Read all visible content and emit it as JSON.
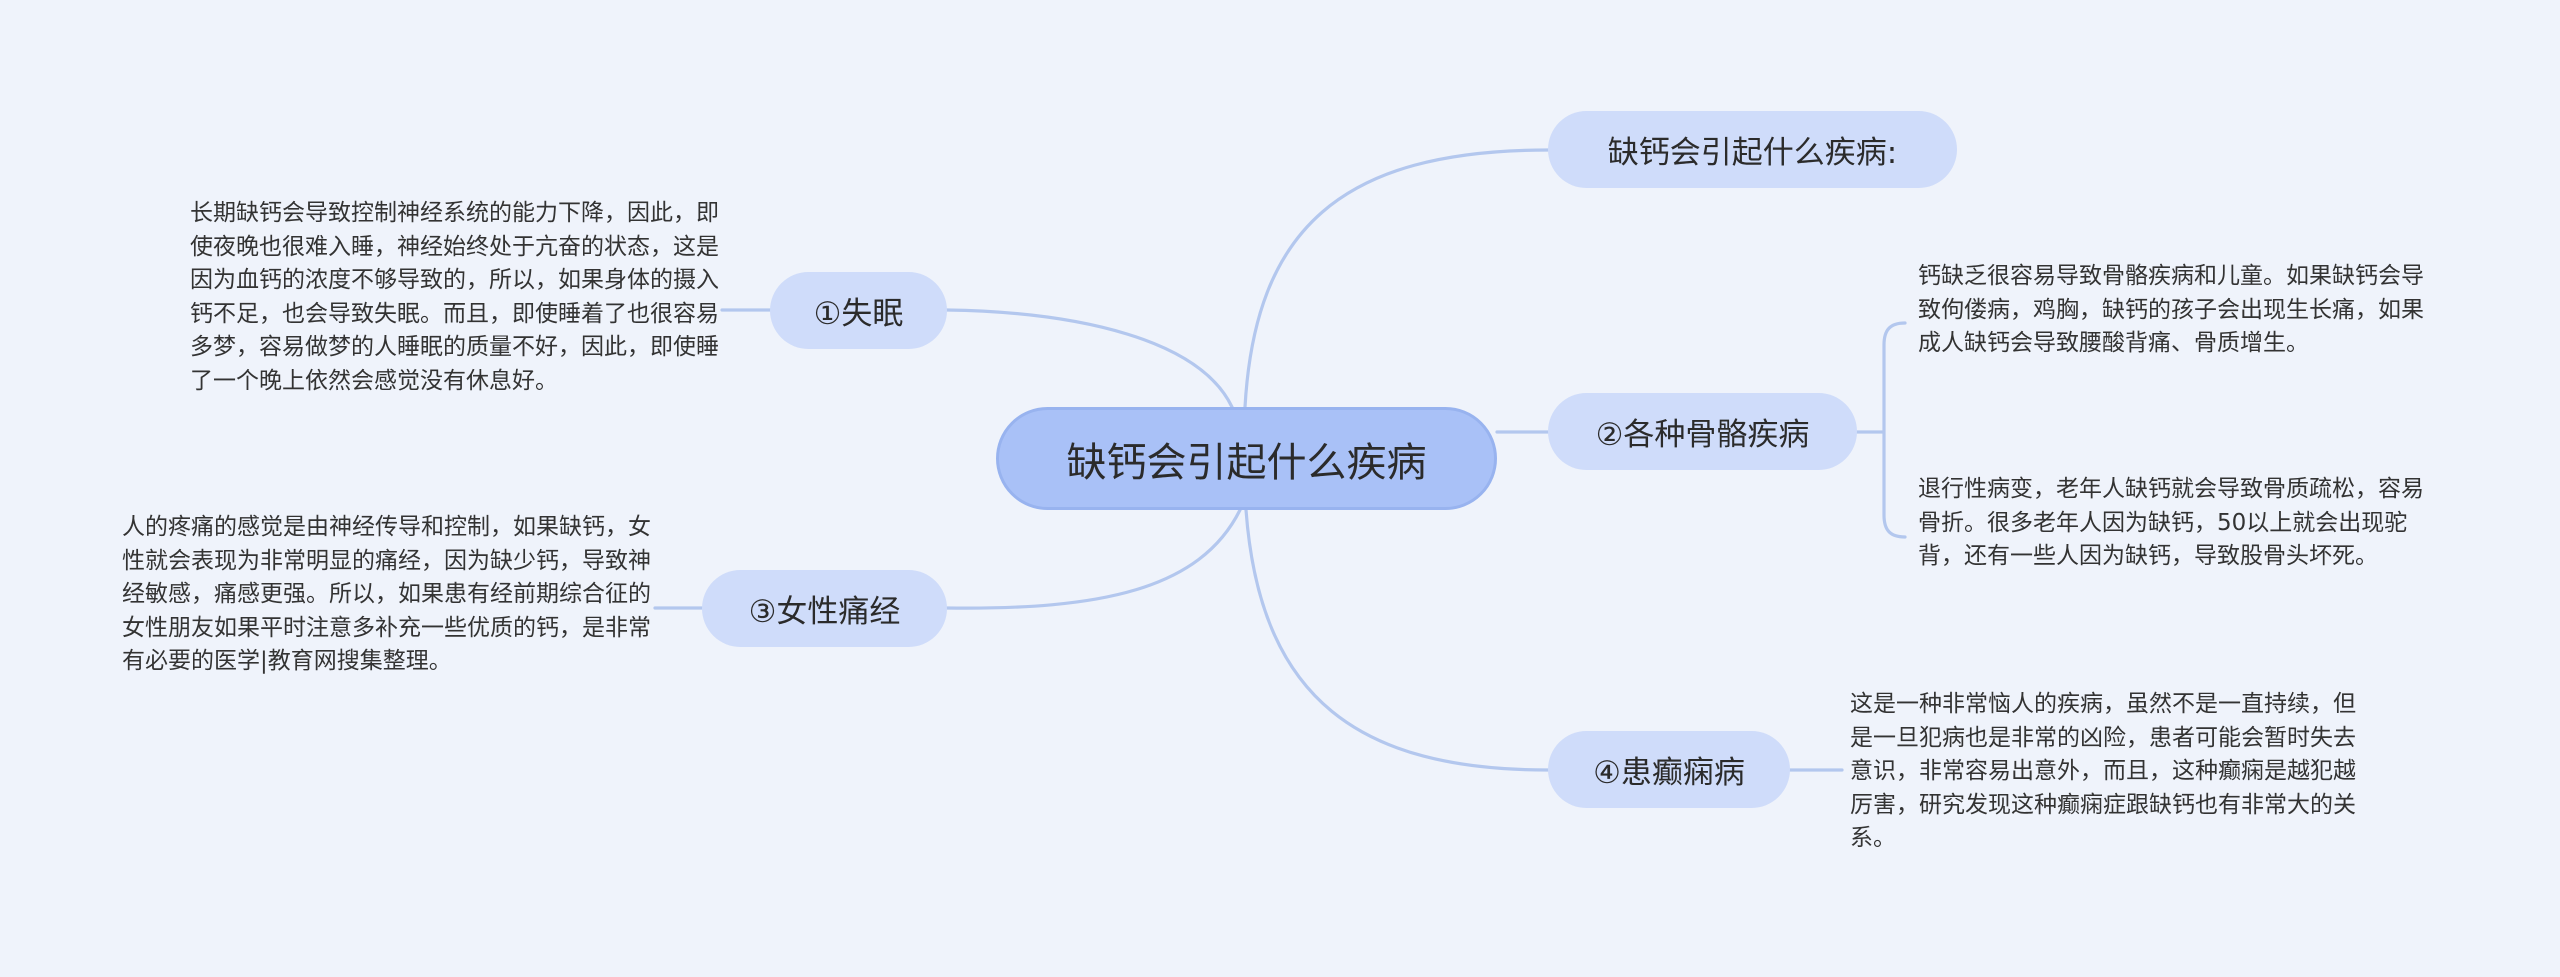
{
  "root": {
    "label": "缺钙会引起什么疾病"
  },
  "branches": {
    "title": {
      "label": "缺钙会引起什么疾病:"
    },
    "insomnia": {
      "label": "①失眠",
      "detail": "长期缺钙会导致控制神经系统的能力下降，因此，即使夜晚也很难入睡，神经始终处于亢奋的状态，这是因为血钙的浓度不够导致的，所以，如果身体的摄入钙不足，也会导致失眠。而且，即使睡着了也很容易多梦，容易做梦的人睡眠的质量不好，因此，即使睡了一个晚上依然会感觉没有休息好。"
    },
    "bone": {
      "label": "②各种骨骼疾病",
      "detail_1": "钙缺乏很容易导致骨骼疾病和儿童。如果缺钙会导致佝偻病，鸡胸，缺钙的孩子会出现生长痛，如果成人缺钙会导致腰酸背痛、骨质增生。",
      "detail_2": "退行性病变，老年人缺钙就会导致骨质疏松，容易骨折。很多老年人因为缺钙，50以上就会出现驼背，还有一些人因为缺钙，导致股骨头坏死。"
    },
    "period_pain": {
      "label": "③女性痛经",
      "detail": "人的疼痛的感觉是由神经传导和控制，如果缺钙，女性就会表现为非常明显的痛经，因为缺少钙，导致神经敏感，痛感更强。所以，如果患有经前期综合征的女性朋友如果平时注意多补充一些优质的钙，是非常有必要的医学|教育网搜集整理。"
    },
    "epilepsy": {
      "label": "④患癫痫病",
      "detail": "这是一种非常恼人的疾病，虽然不是一直持续，但是一旦犯病也是非常的凶险，患者可能会暂时失去意识，非常容易出意外，而且，这种癫痫是越犯越厉害，研究发现这种癫痫症跟缺钙也有非常大的关系。"
    }
  },
  "colors": {
    "background": "#eff3fb",
    "root_fill": "#a9c1f7",
    "branch_fill": "#cfdcfa",
    "connector": "#b3c7ee",
    "text": "#333333"
  }
}
